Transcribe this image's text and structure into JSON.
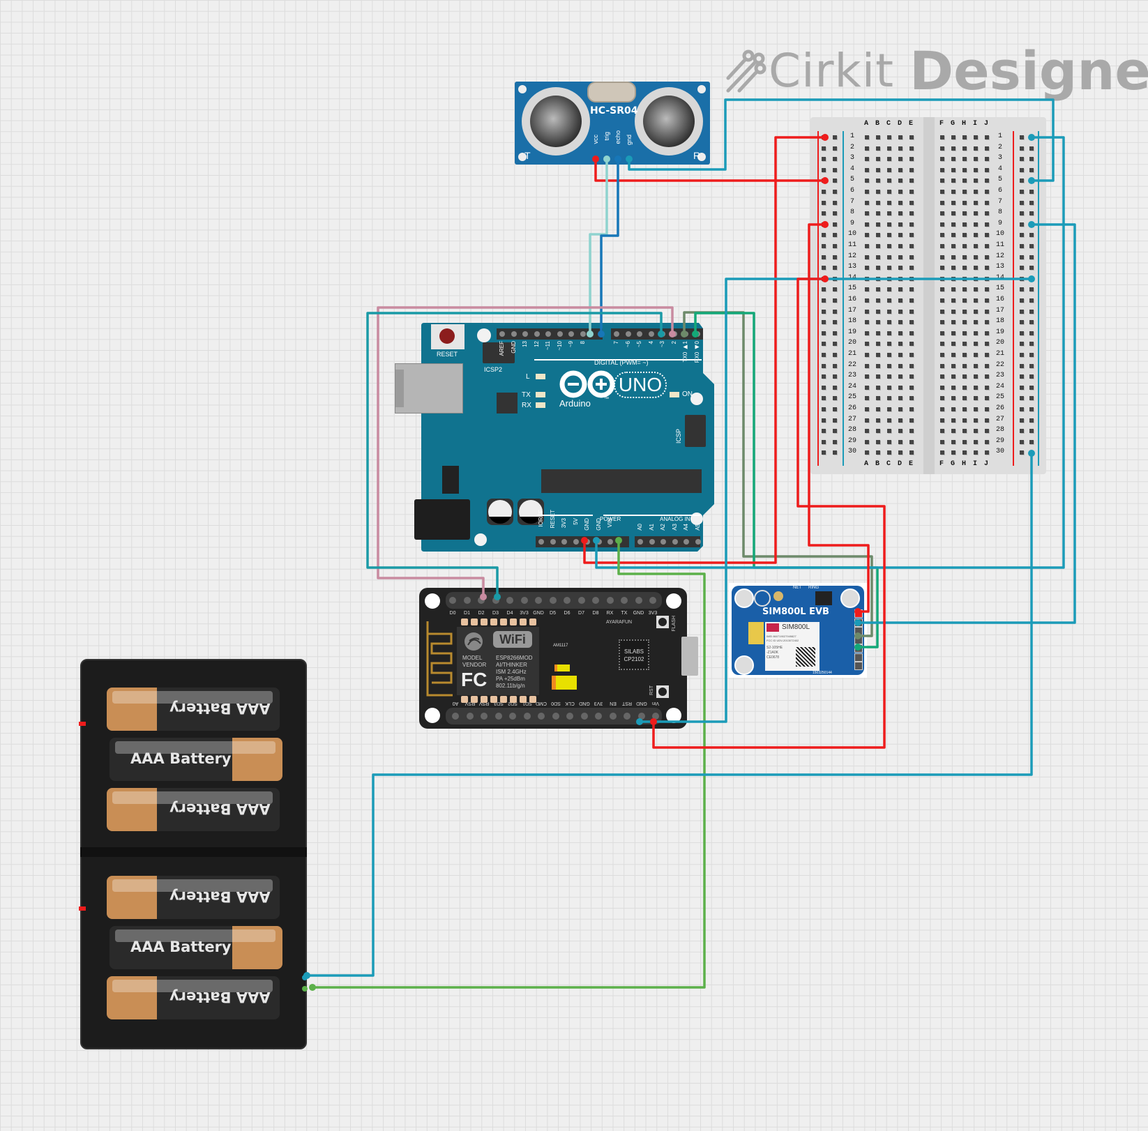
{
  "app": {
    "brand_light": "Cirkit",
    "brand_bold": "Designer"
  },
  "components": {
    "ultrasonic": {
      "label": "HC-SR04",
      "t_label": "T",
      "r_label": "R",
      "pins": [
        "vcc",
        "trig",
        "echo",
        "gnd"
      ]
    },
    "arduino": {
      "reset_label": "RESET",
      "icsp2_label": "ICSP2",
      "icsp_label": "ICSP",
      "brand": "Arduino",
      "model": "UNO",
      "tm": "™",
      "led_l": "L",
      "led_tx": "TX",
      "led_rx": "RX",
      "led_on": "ON",
      "digital_label": "DIGITAL (PWM= ~)",
      "power_label": "POWER",
      "analog_label": "ANALOG IN",
      "digital_pins": [
        "AREF",
        "GND",
        "13",
        "12",
        "~11",
        "~10",
        "~9",
        "8",
        "7",
        "~6",
        "~5",
        "4",
        "~3",
        "2",
        "TX0 ▶1",
        "RX0 ◀0"
      ],
      "power_pins": [
        "IOREF",
        "RESET",
        "3V3",
        "5V",
        "GND",
        "GND",
        "VIN"
      ],
      "analog_pins": [
        "A0",
        "A1",
        "A2",
        "A3",
        "A4",
        "A5"
      ]
    },
    "nodemcu": {
      "top_pins": [
        "D0",
        "D1",
        "D2",
        "D3",
        "D4",
        "3V3",
        "GND",
        "D5",
        "D6",
        "D7",
        "D8",
        "RX",
        "TX",
        "GND",
        "3V3"
      ],
      "bottom_pins": [
        "A0",
        "RSV",
        "RSV",
        "SD3",
        "SD2",
        "SD1",
        "CMD",
        "SD0",
        "CLK",
        "GND",
        "3V3",
        "EN",
        "RST",
        "GND",
        "Vin"
      ],
      "wifi_label": "WiFi",
      "model_label": "MODEL",
      "vendor_label": "VENDOR",
      "module_lines": [
        "ESP8266MOD",
        "AI/THINKER",
        "ISM 2.4GHz",
        "PA +25dBm",
        "802.11b/g/n"
      ],
      "fcc": "FC",
      "regulator": "AM1117",
      "usb_chip": [
        "SILABS",
        "CP2102"
      ],
      "maker": "AYARAFUN",
      "flash_label": "FLASH",
      "rst_label": "RST"
    },
    "sim800l": {
      "board_label": "SIM800L EVB",
      "chip_label": "SIM800L",
      "chip_lines": [
        "IMEI 860719027949827",
        "FCC ID UDV-2013072402",
        "S2-105HE",
        "-Z1A0K",
        "CE0678"
      ],
      "serial": "1503250144",
      "net_label": "NET",
      "ring_label": "RING"
    },
    "breadboard": {
      "cols_left": [
        "A",
        "B",
        "C",
        "D",
        "E"
      ],
      "cols_right": [
        "F",
        "G",
        "H",
        "I",
        "J"
      ],
      "rows": 30
    },
    "battery_pack": {
      "cell_label": "AAA Battery",
      "cells": 6
    }
  },
  "colors": {
    "wire_red": "#ee1c1c",
    "wire_blue": "#1b9bb8",
    "wire_lightblue": "#8fd3cf",
    "wire_darkblue": "#1777b8",
    "wire_pink": "#c98ba0",
    "wire_teal": "#1a9aa6",
    "wire_green": "#5cb04a",
    "wire_emerald": "#14a878",
    "wire_olive": "#6d8a6a",
    "arduino_blue": "#10738f",
    "sensor_blue": "#1a6fa8",
    "nodemcu_black": "#222222"
  }
}
